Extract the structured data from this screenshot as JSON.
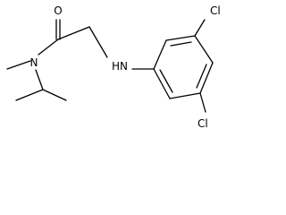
{
  "structure": {
    "atoms": {
      "oxygen": "O",
      "amide_nitrogen": "N",
      "amine": "HN",
      "chlorine_top": "Cl",
      "chlorine_bottom": "Cl"
    }
  },
  "colors": {
    "bond": "#000000",
    "label": "#000000",
    "background": "#ffffff"
  }
}
